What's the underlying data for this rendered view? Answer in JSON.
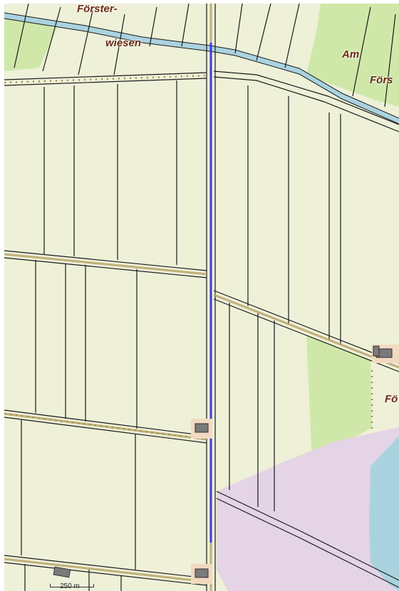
{
  "map": {
    "labels": {
      "foerster": "Förster-",
      "wiesen": "wiesen",
      "am": "Am",
      "foers_right": "Förs",
      "foe_right": "Fö"
    },
    "scale": {
      "label": "250 m"
    },
    "colors": {
      "farmland": "#eef0d8",
      "meadow": "#cfe8a9",
      "reserve": "#e4d4e6",
      "water": "#aad3df",
      "track": "#9a8a54",
      "route": "#3b3bdc",
      "building": "#7a7a7a"
    }
  }
}
